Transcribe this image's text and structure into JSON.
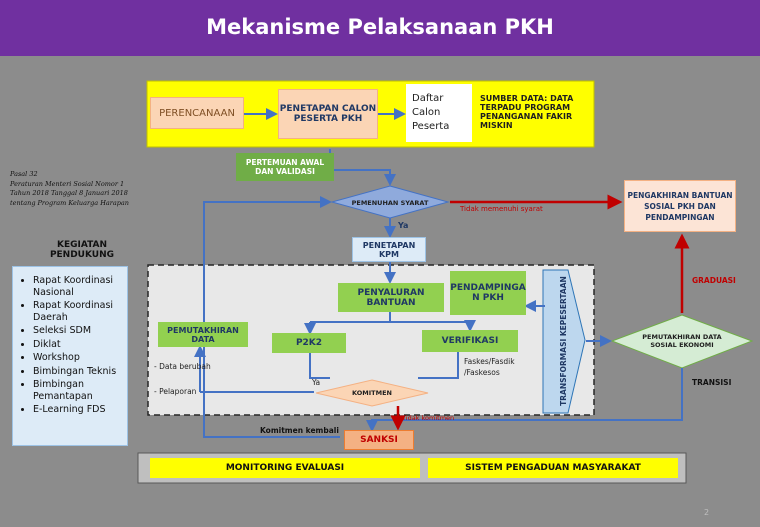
{
  "title": "Mekanisme Pelaksanaan PKH",
  "nodes": {
    "perencanaan": "PERENCANAAN",
    "penetapan_calon": "PENETAPAN CALON PESERTA PKH",
    "daftar_calon": "Daftar Calon Peserta",
    "sumber_data": "SUMBER DATA: DATA TERPADU PROGRAM PENANGANAN FAKIR MISKIN",
    "pertemuan_awal": "PERTEMUAN AWAL DAN VALIDASI",
    "pemenuhan_syarat": "PEMENUHAN SYARAT",
    "penetapan_kpm": "PENETAPAN KPM",
    "penyaluran_bantuan": "PENYALURAN BANTUAN",
    "pendampingan": "PENDAMPINGA N PKH",
    "p2k2": "P2K2",
    "verifikasi": "VERIFIKASI",
    "pemutakhiran_data": "PEMUTAKHIRAN DATA",
    "komitmen": "KOMITMEN",
    "sanksi": "SANKSI",
    "transformasi": "TRANSFORMASI KEPESERTAAN",
    "pemutakhiran_dse": "PEMUTAKHIRAN DATA SOSIAL EKONOMI",
    "pengakhiran": "PENGAKHIRAN BANTUAN SOSIAL PKH DAN PENDAMPINGAN",
    "monitoring": "MONITORING EVALUASI",
    "pengaduan": "SISTEM PENGADUAN MASYARAKAT"
  },
  "labels": {
    "pasal": [
      "Pasal 32",
      "Peraturan Menteri Sosial Nomor 1",
      "Tahun 2018 Tanggal 8 Januari 2018",
      "tentang Program Keluarga Harapan"
    ],
    "ya_kpm": "Ya",
    "tidak_memenuhi": "Tidak memenuhi syarat",
    "faskes": "Faskes/Fasdik /Faskesos",
    "data_berubah": "- Data berubah",
    "pelaporan": "- Pelaporan",
    "ya_komitmen": "Ya",
    "tidak_komitmen": "Tidak komitmen",
    "komitmen_kembali": "Komitmen kembali",
    "graduasi": "GRADUASI",
    "transisi": "TRANSISI"
  },
  "kegiatan": {
    "title": "KEGIATAN PENDUKUNG",
    "items": [
      "Rapat Koordinasi Nasional",
      "Rapat Koordinasi Daerah",
      "Seleksi SDM",
      "Diklat",
      "Workshop",
      "Bimbingan Teknis",
      "Bimbingan Pemantapan",
      "E-Learning FDS"
    ]
  },
  "page_number": "2",
  "colors": {
    "header": "#7030a0",
    "background": "#8c8c8c",
    "yellow": "#ffff00",
    "green": "#70ad47",
    "light_green": "#92d050",
    "orange": "#fbd5b5",
    "sanksi": "#f4b183",
    "red_label": "#ff0000",
    "box_text": "#1f3864"
  }
}
